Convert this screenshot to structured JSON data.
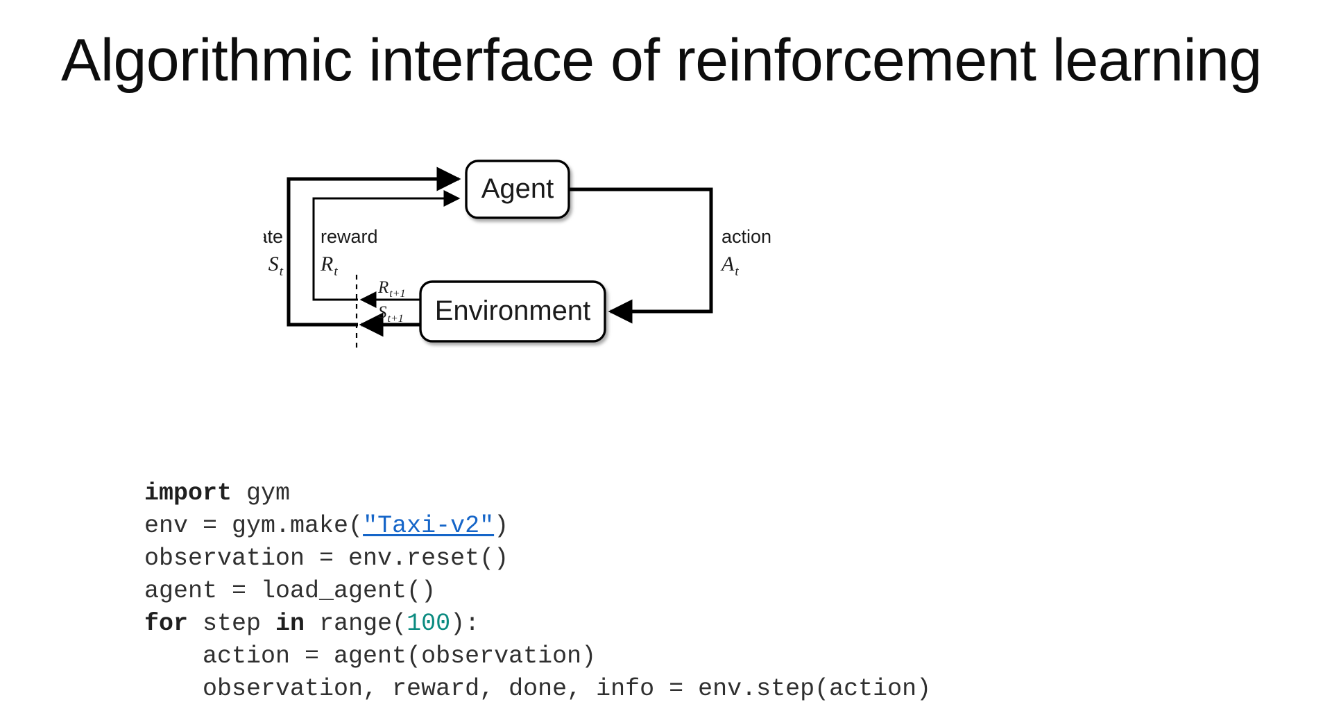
{
  "slide": {
    "title": "Algorithmic interface of reinforcement learning",
    "background": "#ffffff"
  },
  "diagram": {
    "name": "agent-environment-interaction-loop",
    "nodes": {
      "agent": "Agent",
      "environment": "Environment"
    },
    "edges": {
      "state_word": "state",
      "state_symbol": "S",
      "state_subscript": "t",
      "reward_word": "reward",
      "reward_symbol": "R",
      "reward_subscript": "t",
      "action_word": "action",
      "action_symbol": "A",
      "action_subscript": "t",
      "next_reward_symbol": "R",
      "next_reward_subscript": "t+1",
      "next_state_symbol": "S",
      "next_state_subscript": "t+1"
    },
    "stroke_color": "#000000"
  },
  "code": {
    "language": "python",
    "text_color": "#2f2f2f",
    "keyword_color": "#1f1f1f",
    "number_color": "#0b8b80",
    "link_color": "#1565c8",
    "lines": [
      {
        "id": "line-1",
        "segments": [
          {
            "text": "import",
            "kind": "keyword"
          },
          {
            "text": " gym",
            "kind": "plain"
          }
        ]
      },
      {
        "id": "line-2",
        "segments": [
          {
            "text": "env = gym.make(",
            "kind": "plain"
          },
          {
            "text": "\"Taxi-v2\"",
            "kind": "link"
          },
          {
            "text": ")",
            "kind": "plain"
          }
        ]
      },
      {
        "id": "line-3",
        "segments": [
          {
            "text": "observation = env.reset()",
            "kind": "plain"
          }
        ]
      },
      {
        "id": "line-4",
        "segments": [
          {
            "text": "agent = load_agent()",
            "kind": "plain"
          }
        ]
      },
      {
        "id": "line-5",
        "segments": [
          {
            "text": "for",
            "kind": "keyword"
          },
          {
            "text": " step ",
            "kind": "plain"
          },
          {
            "text": "in",
            "kind": "keyword"
          },
          {
            "text": " range(",
            "kind": "plain"
          },
          {
            "text": "100",
            "kind": "number"
          },
          {
            "text": "):",
            "kind": "plain"
          }
        ]
      },
      {
        "id": "line-6",
        "segments": [
          {
            "text": "    action = agent(observation)",
            "kind": "plain"
          }
        ]
      },
      {
        "id": "line-7",
        "segments": [
          {
            "text": "    observation, reward, done, info = env.step(action)",
            "kind": "plain"
          }
        ]
      }
    ]
  }
}
